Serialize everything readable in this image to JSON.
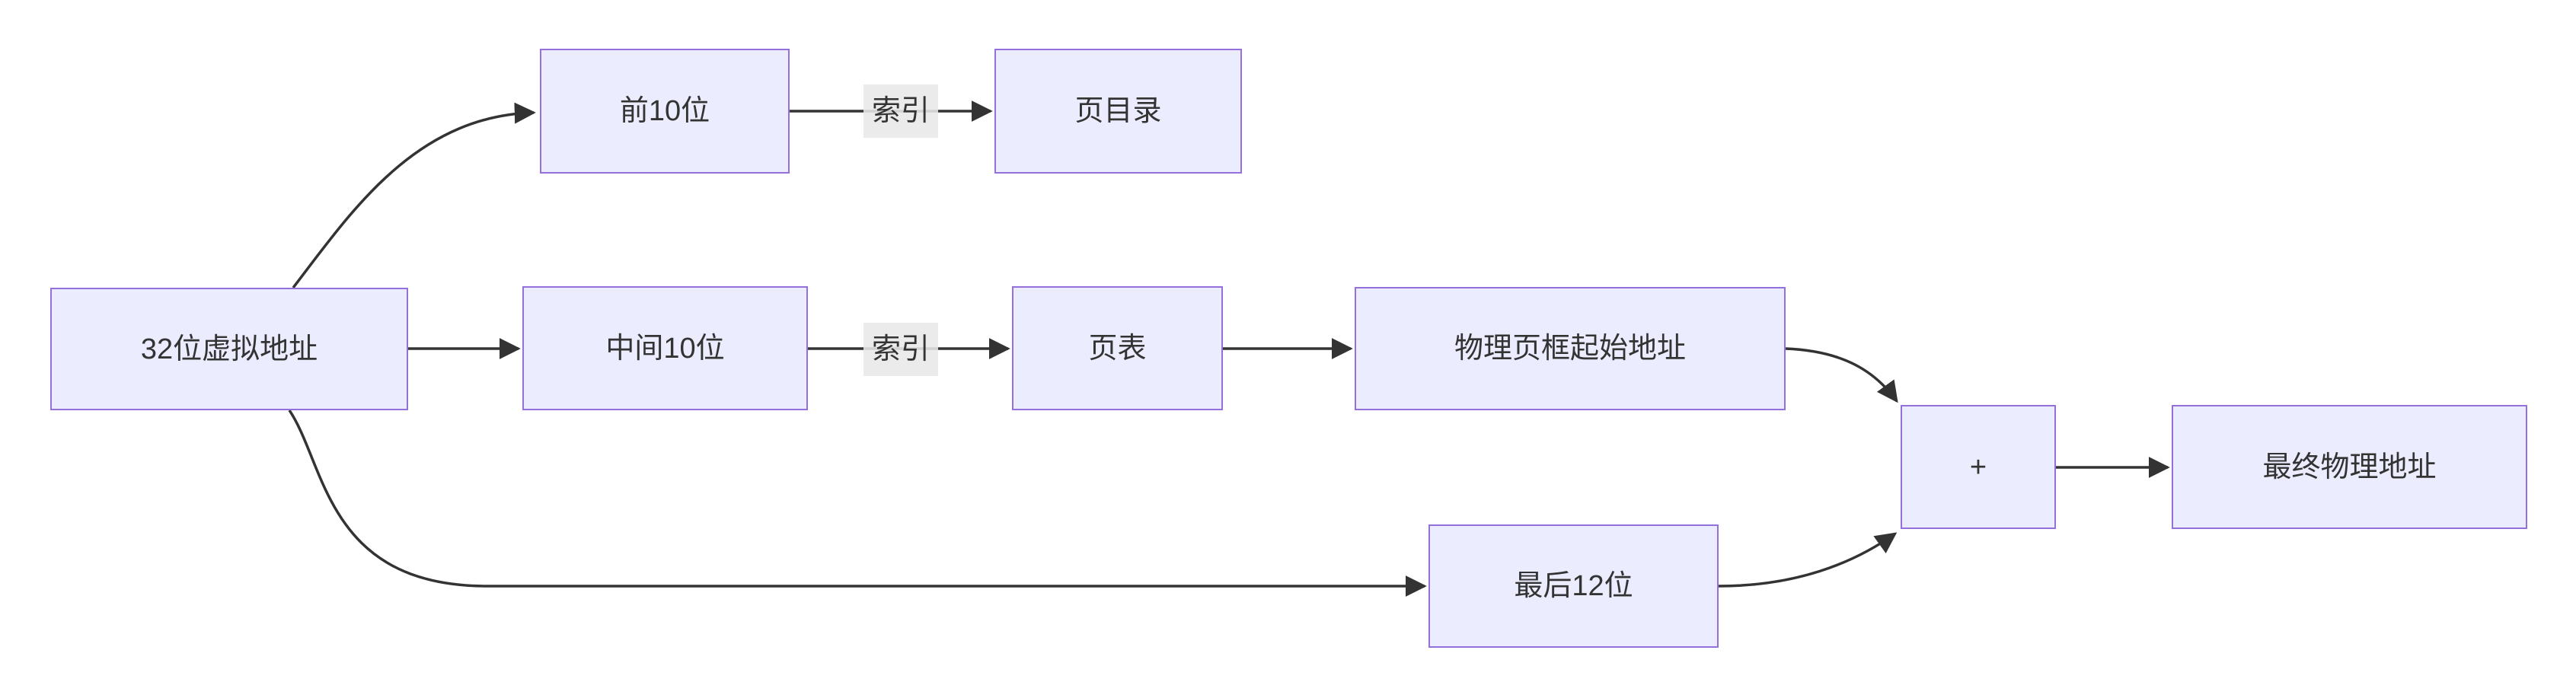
{
  "diagram": {
    "type": "flowchart",
    "colors": {
      "node_fill": "#ECECFF",
      "node_border": "#9370DB",
      "edge_color": "#333333",
      "text_color": "#333333",
      "label_bg": "#e8e8e8",
      "page_bg": "#ffffff"
    },
    "nodes": [
      {
        "id": "A",
        "label": "32位虚拟地址"
      },
      {
        "id": "B",
        "label": "前10位"
      },
      {
        "id": "C",
        "label": "页目录"
      },
      {
        "id": "D",
        "label": "中间10位"
      },
      {
        "id": "E",
        "label": "页表"
      },
      {
        "id": "F",
        "label": "物理页框起始地址"
      },
      {
        "id": "G",
        "label": "最后12位"
      },
      {
        "id": "H",
        "label": "+"
      },
      {
        "id": "I",
        "label": "最终物理地址"
      }
    ],
    "edges": [
      {
        "from": "A",
        "to": "B",
        "label": ""
      },
      {
        "from": "B",
        "to": "C",
        "label": "索引"
      },
      {
        "from": "A",
        "to": "D",
        "label": ""
      },
      {
        "from": "D",
        "to": "E",
        "label": "索引"
      },
      {
        "from": "E",
        "to": "F",
        "label": ""
      },
      {
        "from": "F",
        "to": "H",
        "label": ""
      },
      {
        "from": "A",
        "to": "G",
        "label": ""
      },
      {
        "from": "G",
        "to": "H",
        "label": ""
      },
      {
        "from": "H",
        "to": "I",
        "label": ""
      }
    ]
  }
}
